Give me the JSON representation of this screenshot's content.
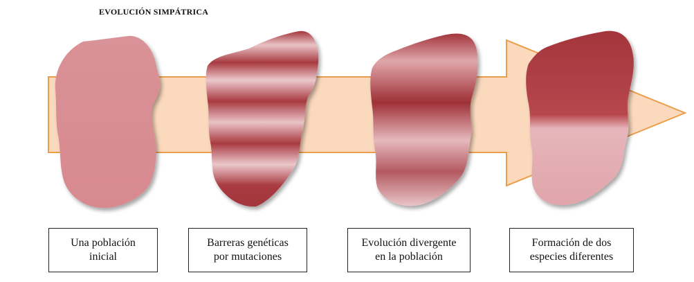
{
  "title": "EVOLUCIÓN SIMPÁTRICA",
  "colors": {
    "arrow_fill": "#fbd9bd",
    "arrow_stroke": "#ec9d4a",
    "light_pink": "#dc9a9e",
    "dark_red": "#a3353c",
    "pale_pink": "#e6b5ba"
  },
  "stages": [
    {
      "lines": [
        "Una población",
        "inicial"
      ]
    },
    {
      "lines": [
        "Barreras genéticas",
        "por mutaciones"
      ]
    },
    {
      "lines": [
        "Evolución divergente",
        "en  la población"
      ]
    },
    {
      "lines": [
        "Formación de dos",
        "especies diferentes"
      ]
    }
  ]
}
